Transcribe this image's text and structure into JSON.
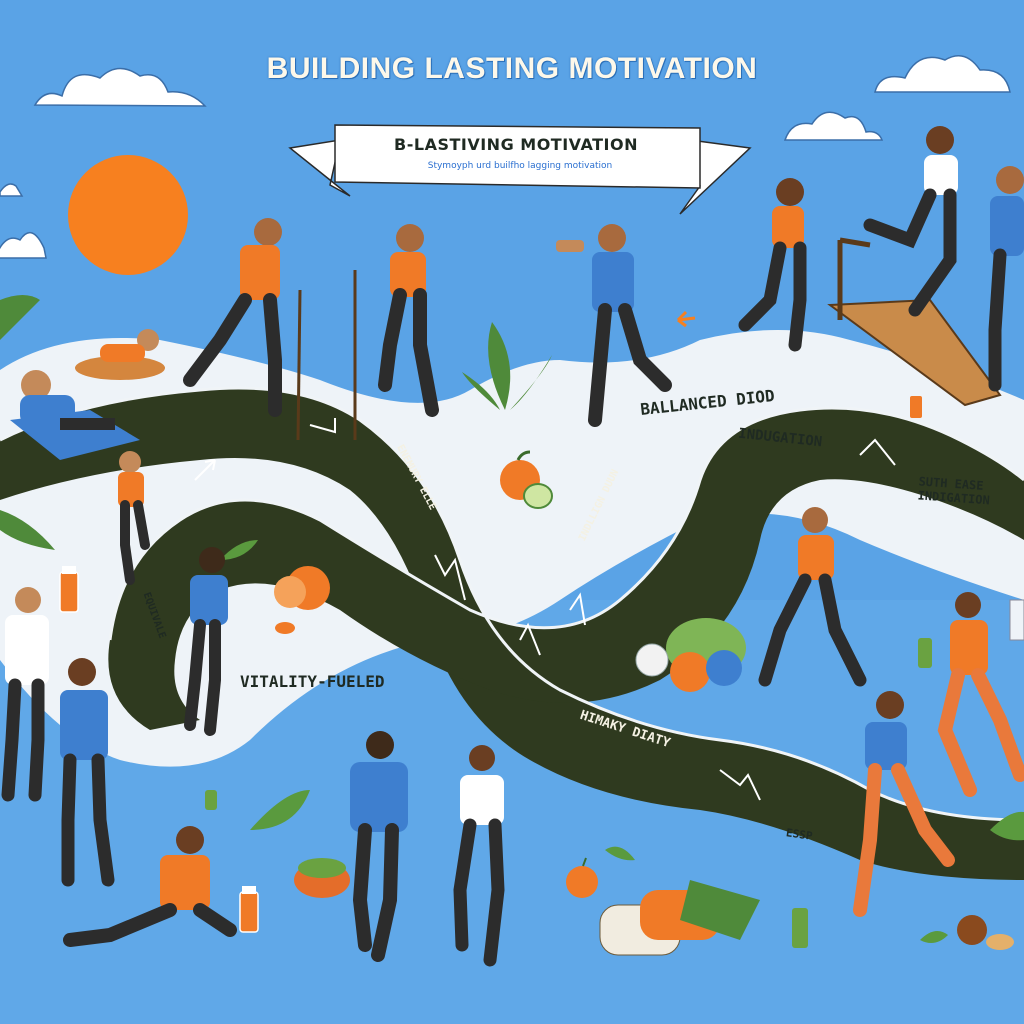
{
  "title": "BUILDING LASTING MOTIVATION",
  "banner": {
    "main": "B-LASTIVING MOTIVATION",
    "sub": "Stymoyph urd builfho lagging motivation"
  },
  "road_labels": [
    {
      "text": "BALLANCED DIOD"
    },
    {
      "text": "INDUGATION"
    },
    {
      "text": "SUTH EASE INDIGATION"
    },
    {
      "text": "VITALITY-FUELED"
    },
    {
      "text": "HIMAKY DIATY"
    },
    {
      "text": "ESSP"
    },
    {
      "text": "ENEMURY ELLE"
    },
    {
      "text": "INDLLIGN DUUN"
    },
    {
      "text": "EQUIVALE"
    }
  ],
  "colors": {
    "sky": "#5aa3e6",
    "road": "#2f3a1f",
    "path": "#eef3f8",
    "sun": "#f7801f",
    "skin_accent": "#e9793b",
    "shirt_blue": "#3e7fcf",
    "leaf_green": "#4f8a3a"
  },
  "icons": [
    "sun-icon",
    "cloud-icon",
    "arrow-icon",
    "leaf-icon",
    "fruit-icon",
    "bottle-icon"
  ]
}
